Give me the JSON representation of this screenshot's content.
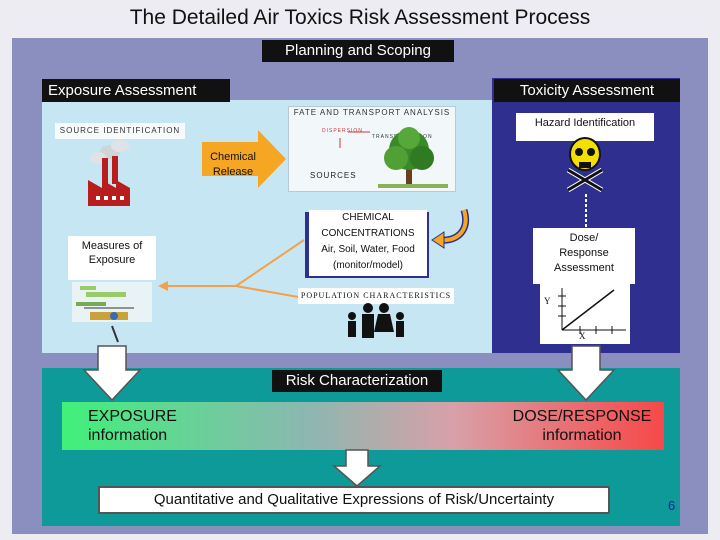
{
  "title": "The Detailed Air Toxics Risk Assessment Process",
  "planning": "Planning and Scoping",
  "exposure_assessment": {
    "heading": "Exposure Assessment",
    "fate_transport": "FATE AND TRANSPORT ANALYSIS",
    "dispersion": "DISPERSION",
    "transformation": "TRANSFORMATION",
    "sources": "SOURCES",
    "source_identification": "SOURCE IDENTIFICATION",
    "chemical_release": "Chemical Release",
    "chemical_concentrations": [
      "CHEMICAL",
      "CONCENTRATIONS",
      "Air, Soil, Water, Food",
      "(monitor/model)"
    ],
    "measures_of_exposure": [
      "Measures of",
      "Exposure"
    ],
    "population_characteristics": "POPULATION CHARACTERISTICS"
  },
  "toxicity_assessment": {
    "heading": "Toxicity Assessment",
    "hazard_identification": "Hazard Identification",
    "dose_response": [
      "Dose/",
      "Response",
      "Assessment"
    ],
    "y_label": "Y",
    "x_label": "X"
  },
  "risk_characterization": {
    "heading": "Risk Characterization",
    "exposure_info": [
      "EXPOSURE",
      "information"
    ],
    "dose_response_info": [
      "DOSE/RESPONSE",
      "information"
    ],
    "expressions": "Quantitative and Qualitative Expressions of Risk/Uncertainty"
  },
  "page_number": "6",
  "colors": {
    "outer": "#8a8fc0",
    "exposure_panel": "#c7e6f4",
    "toxicity_panel": "#2e2f8f",
    "risk_panel": "#0f9a9a",
    "chemical_release_arrow": "#f5a623"
  }
}
